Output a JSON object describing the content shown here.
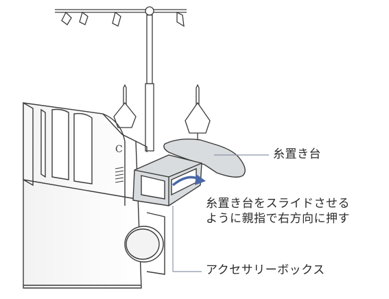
{
  "labels": {
    "thread_stand": "糸置き台",
    "instruction_line1": "糸置き台をスライドさせる",
    "instruction_line2": "ように親指で右方向に押す",
    "accessory_box": "アクセサリーボックス"
  },
  "colors": {
    "line": "#3a3a3a",
    "fill_gray": "#d9dcde",
    "leader": "#8a93a8",
    "arrow": "#4a68a8"
  }
}
